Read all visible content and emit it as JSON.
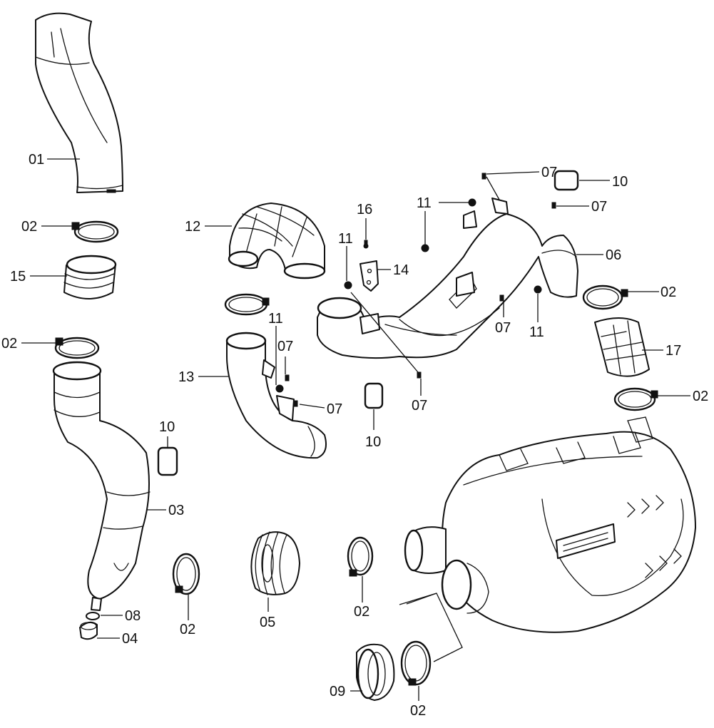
{
  "callouts": {
    "p01": "01",
    "p02_a": "02",
    "p15": "15",
    "p02_b": "02",
    "p13": "13",
    "p12": "12",
    "p16": "16",
    "p14": "14",
    "p11_a": "11",
    "p11_b": "11",
    "p11_c": "11",
    "p11_d": "11",
    "p07_a": "07",
    "p07_b": "07",
    "p07_c": "07",
    "p07_d": "07",
    "p07_e": "07",
    "p10_a": "10",
    "p10_b": "10",
    "p10_c": "10",
    "p06": "06",
    "p02_c": "02",
    "p17": "17",
    "p02_d": "02",
    "p03": "03",
    "p08": "08",
    "p04": "04",
    "p02_e": "02",
    "p05": "05",
    "p02_f": "02",
    "p09": "09",
    "p02_g": "02"
  }
}
